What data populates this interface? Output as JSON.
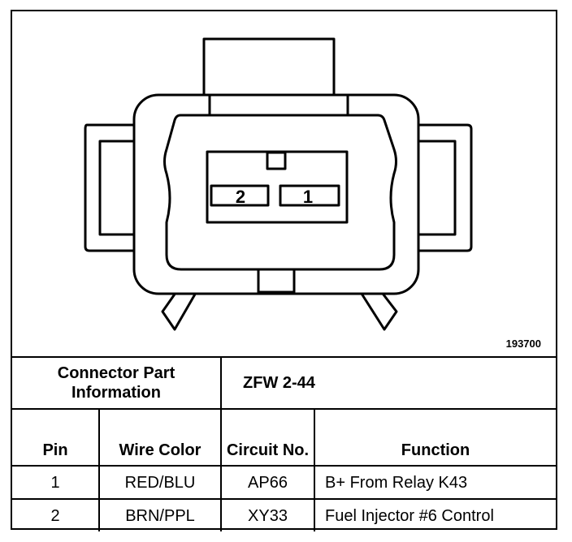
{
  "figure_number": "193700",
  "connector": {
    "pins": [
      {
        "label": "2"
      },
      {
        "label": "1"
      }
    ]
  },
  "table": {
    "part_info_label": "Connector Part Information",
    "part_info_value": "ZFW 2-44",
    "headers": {
      "pin": "Pin",
      "wire_color": "Wire Color",
      "circuit_no": "Circuit No.",
      "function": "Function"
    },
    "rows": [
      {
        "pin": "1",
        "wire_color": "RED/BLU",
        "circuit": "AP66",
        "function": "B+ From Relay K43"
      },
      {
        "pin": "2",
        "wire_color": "BRN/PPL",
        "circuit": "XY33",
        "function": "Fuel Injector #6 Control"
      }
    ]
  }
}
